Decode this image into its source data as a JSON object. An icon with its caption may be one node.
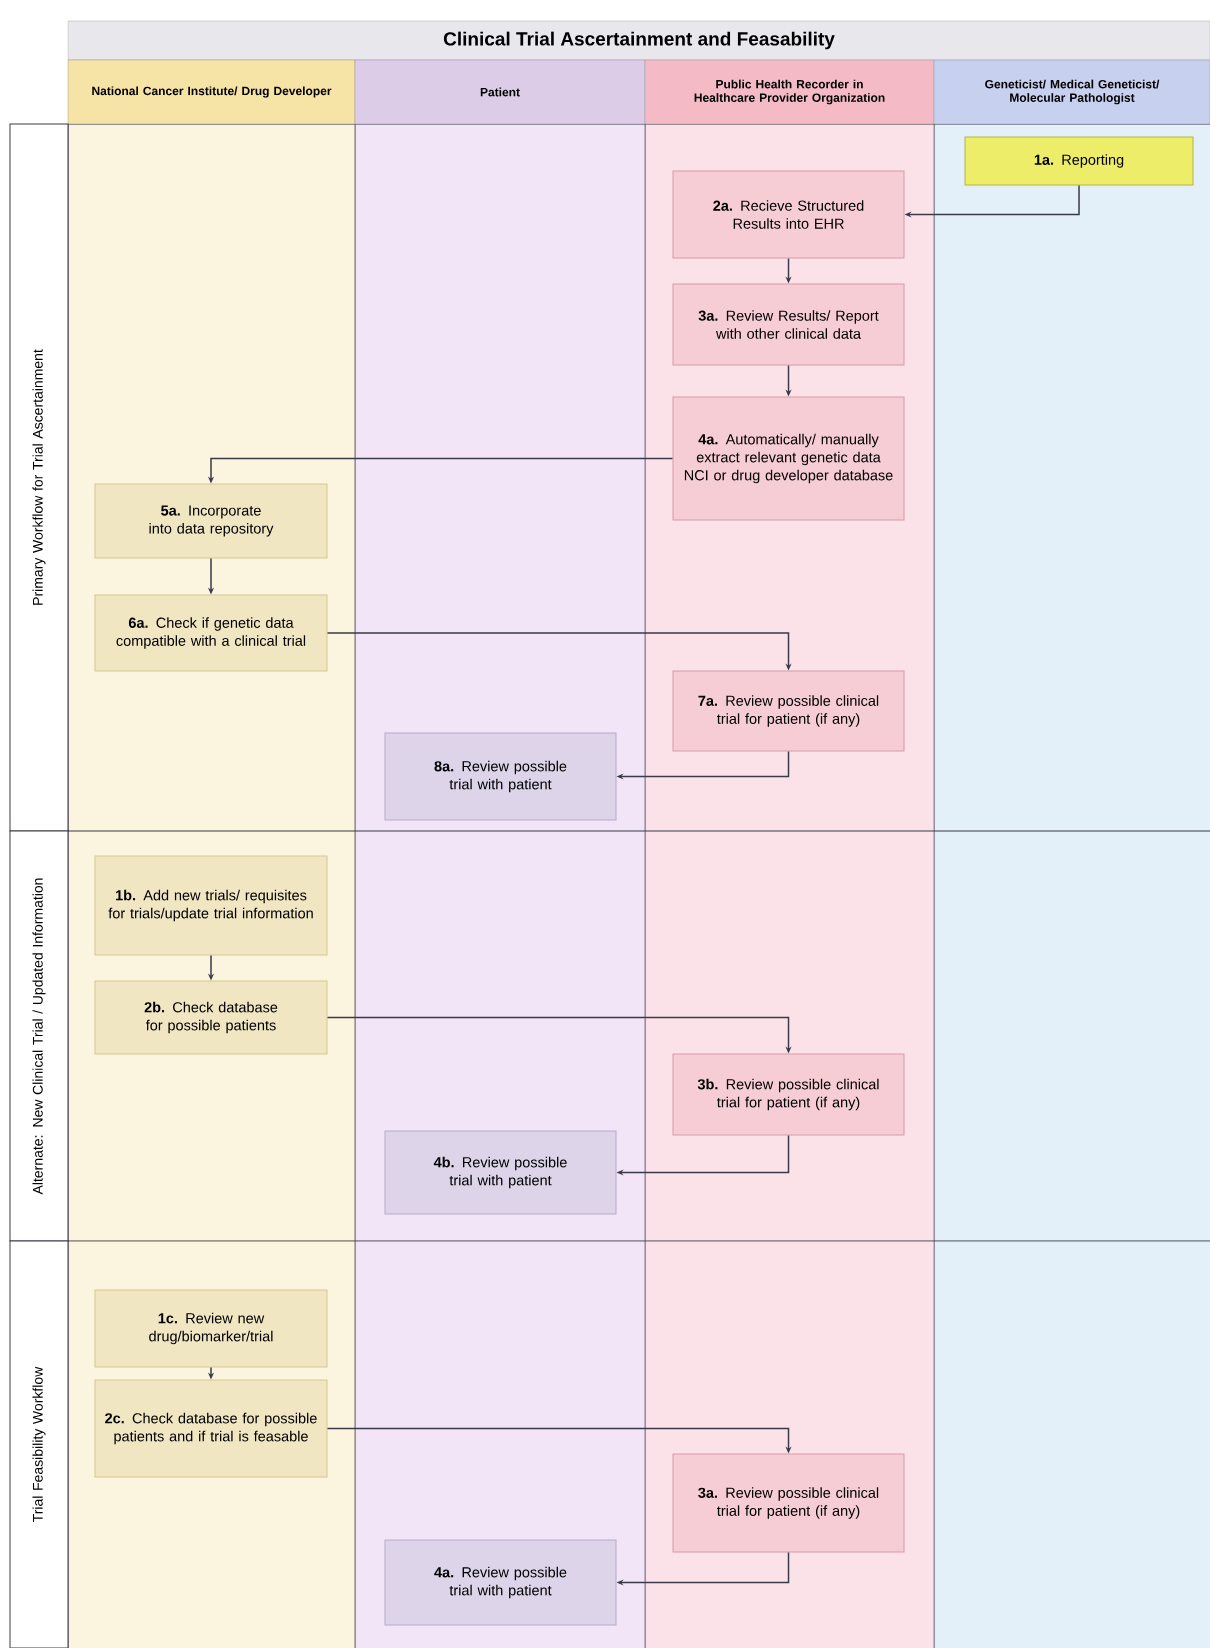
{
  "diagram": {
    "title": "Clinical Trial Ascertainment and Feasability",
    "nodes": [
      {
        "text": [
          "National Cancer Institute/ Drug Developer"
        ]
      },
      {
        "text": [
          "Patient"
        ]
      },
      {
        "text": [
          "Public Health Recorder in Healthcare Provider Organization"
        ]
      },
      {
        "text": [
          "Geneticist/ Medical Geneticist/ Molecular Pathologist"
        ]
      },
      {
        "text": [
          "Primary Workflow for Trial Ascertainment"
        ]
      },
      {
        "text": [
          "Alternate: New Clinical Trial / Updated Information"
        ]
      },
      {
        "text": [
          "Trial Feasibility Workflow"
        ]
      },
      {
        "text": [
          "**1a.** Reporting"
        ]
      },
      {
        "text": [
          "**2a.** Recieve Structured Results into EHR"
        ]
      },
      {
        "text": [
          "**3a.** Review Results/ Report with other clinical data"
        ]
      },
      {
        "text": [
          "**4a.** Automatically/ manually extract relevant genetic data NCI or drug developer database"
        ]
      },
      {
        "text": [
          "**5a.** Incorporate into data repository"
        ]
      },
      {
        "text": [
          "**6a.** Check if genetic data compatible with a clinical trial"
        ]
      },
      {
        "text": [
          "**7a.** Review possible clinical trial for patient (if any)"
        ]
      },
      {
        "text": [
          "**8a.** Review possible trial with patient"
        ]
      },
      {
        "text": [
          "**1b.** Add new trials/ requisites for trials/update trial information"
        ]
      },
      {
        "text": [
          "**2b.** Check database for possible patients"
        ]
      },
      {
        "text": [
          "**3b.** Review possible clinical trial for patient (if any)"
        ]
      },
      {
        "text": [
          "**4b.** Review possible trial with patient"
        ]
      },
      {
        "text": [
          "**1c.** Review new drug/biomarker/trial"
        ]
      },
      {
        "text": [
          "**2c.** Check database for possible patients and if trial is feasable"
        ]
      },
      {
        "text": [
          "**3a.** Review possible clinical trial for patient (if any)"
        ]
      },
      {
        "text": [
          "**4a.** Review possible trial with patient"
        ]
      }
    ],
    "edges": [
      {
        "from": 7,
        "to": 8,
        "arrow": "to"
      },
      {
        "from": 8,
        "to": 9,
        "arrow": "to"
      },
      {
        "from": 9,
        "to": 10,
        "arrow": "to"
      },
      {
        "from": 10,
        "to": 11,
        "arrow": "to"
      },
      {
        "from": 11,
        "to": 12,
        "arrow": "to"
      },
      {
        "from": 12,
        "to": 13,
        "arrow": "to"
      },
      {
        "from": 13,
        "to": 14,
        "arrow": "to"
      },
      {
        "from": 15,
        "to": 16,
        "arrow": "to"
      },
      {
        "from": 16,
        "to": 17,
        "arrow": "to"
      },
      {
        "from": 17,
        "to": 18,
        "arrow": "to"
      },
      {
        "from": 19,
        "to": 20,
        "arrow": "to"
      },
      {
        "from": 20,
        "to": 21,
        "arrow": "to"
      },
      {
        "from": 21,
        "to": 22,
        "arrow": "to"
      }
    ]
  }
}
